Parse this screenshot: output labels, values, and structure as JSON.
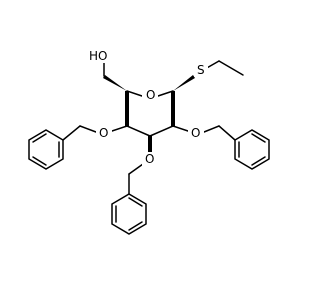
{
  "diagram": {
    "type": "chemical-structure",
    "atom_labels": {
      "hydroxyl": "HO",
      "ring_oxygen": "O",
      "sulfur": "S",
      "ether_oxygen_1": "O",
      "ether_oxygen_2": "O",
      "ether_oxygen_3": "O"
    }
  }
}
